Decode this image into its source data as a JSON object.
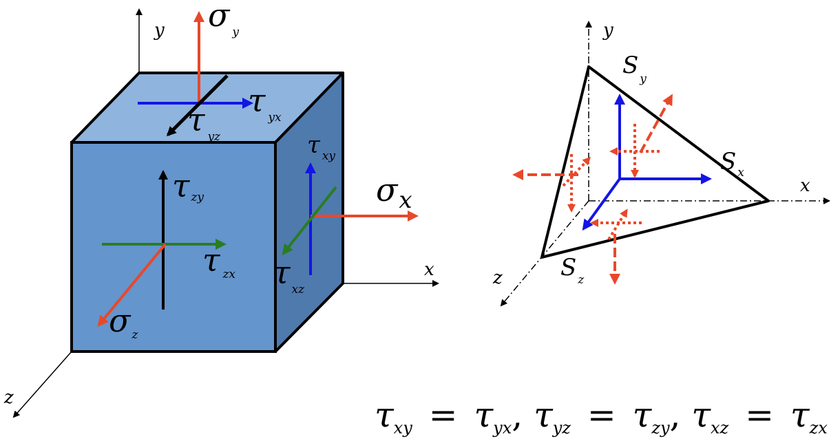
{
  "cube": {
    "axes": {
      "x": "x",
      "y": "y",
      "z": "z"
    },
    "labels": {
      "sigma_y": {
        "main": "σ",
        "sub": "y"
      },
      "tau_yx": {
        "main": "τ",
        "sub": "yx"
      },
      "tau_yz": {
        "main": "τ",
        "sub": "yz"
      },
      "tau_xy": {
        "main": "τ",
        "sub": "xy"
      },
      "sigma_x": {
        "main": "σ",
        "sub": "x"
      },
      "tau_xz": {
        "main": "τ",
        "sub": "xz"
      },
      "tau_zy": {
        "main": "τ",
        "sub": "zy"
      },
      "tau_zx": {
        "main": "τ",
        "sub": "zx"
      },
      "sigma_z": {
        "main": "σ",
        "sub": "z"
      }
    }
  },
  "tetra": {
    "axes": {
      "x": "x",
      "y": "y",
      "z": "z"
    },
    "faces": {
      "s_y": {
        "main": "S",
        "sub": "y"
      },
      "s_x": {
        "main": "S",
        "sub": "x"
      },
      "s_z": {
        "main": "S",
        "sub": "z"
      }
    }
  },
  "equation": {
    "t1": "τ",
    "s1": "xy",
    "eq1": "=",
    "t2": "τ",
    "s2": "yx",
    "c1": ",",
    "t3": "τ",
    "s3": "yz",
    "eq2": "=",
    "t4": "τ",
    "s4": "zy",
    "c2": ",",
    "t5": "τ",
    "s5": "xz",
    "eq3": "=",
    "t6": "τ",
    "s6": "zx"
  },
  "colors": {
    "front": "#6495cd",
    "top": "#8fb4de",
    "right": "#4f7aae",
    "red": "#e8482a",
    "blue": "#1414e6",
    "green": "#2a7d23",
    "black": "#000000"
  }
}
